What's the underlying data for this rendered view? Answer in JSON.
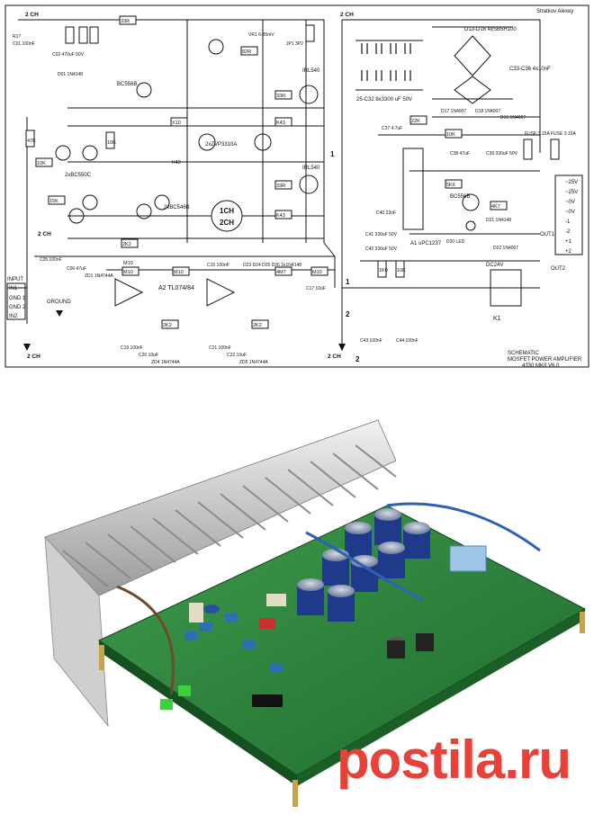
{
  "schematic": {
    "author": "Stratkov Alexey",
    "title_block": {
      "line1": "SCHEMATIC",
      "line2": "MOSFET POWER AMPLIFIER",
      "line3": "4330 MKII V6.0"
    },
    "channel_labels": [
      "2 CH",
      "2 CH",
      "2 CH",
      "2 CH",
      "2 CH"
    ],
    "channel_badge": {
      "top": "1CH",
      "bottom": "2CH"
    },
    "node_numbers": [
      "1",
      "1",
      "2",
      "2"
    ],
    "opamp_label": "A2 TL074/84",
    "regulator_label": "A1 uPC1237",
    "relay_label": "K1",
    "relay_coil": "DC24V",
    "supply_caps": "25-C32 8x3300 uF 50V",
    "bridge": "D13-D16 4xSB5H100",
    "caps_small": "C33-C36 4x10nF",
    "fuses": [
      "FUSE 3.15A",
      "FUSE 3.15A"
    ],
    "mosfets": [
      "IRL540",
      "IRL540"
    ],
    "transistors": [
      "BC556B",
      "2xBC550C",
      "2xBC546B",
      "2xZVP3310A",
      "BC556B"
    ],
    "input_block": {
      "title": "INPUT",
      "pins": [
        "IN1",
        "GND 1",
        "GND 2",
        "IN2"
      ],
      "ground": "GROUND"
    },
    "output_block": {
      "out1": "OUT1",
      "out2": "OUT2",
      "pins": [
        "~25V",
        "~25V",
        "~0V",
        "~0V",
        "-1",
        "-2",
        "+1",
        "+2"
      ]
    },
    "resistors": [
      "33R",
      "33R",
      "82R",
      "47K",
      "10K",
      "15K",
      "10K",
      "2K2",
      "M10",
      "M10",
      "M10",
      "4M7",
      "M10",
      "2K2",
      "2K2",
      "X10",
      "K43",
      "33R",
      "K43",
      "K43",
      "22K",
      "10K",
      "5K6",
      "4K7",
      "1K0",
      "10K"
    ],
    "parts_misc": [
      "R17",
      "C01 100nF",
      "C02 470uF 50V",
      "D01 1N4148",
      "JP1 3P2",
      "VR1 6-35mV",
      "C05 100nF",
      "C06 47uF",
      "ZD1 1N4744A",
      "D17 1N4007",
      "D18 1N4007",
      "D19 1N4007",
      "D22 1N4007",
      "C37 4.7uF",
      "C38 47uF",
      "C39 330uF 50V",
      "C40 22nF",
      "C41 330uF 50V",
      "C42 330uF 50V",
      "C43 100nF",
      "C44 100nF",
      "D20 LED",
      "D21 1N4148",
      "C19 100nF",
      "C20 10uF",
      "ZD4 1N4744A",
      "C21 100nF",
      "C22 10uF",
      "ZD5 1N4744A",
      "C17 10uF",
      "C15 100nF",
      "D23 D24 D25 D26 2x1N4148"
    ]
  },
  "photo": {
    "watermark": "postila.ru"
  }
}
